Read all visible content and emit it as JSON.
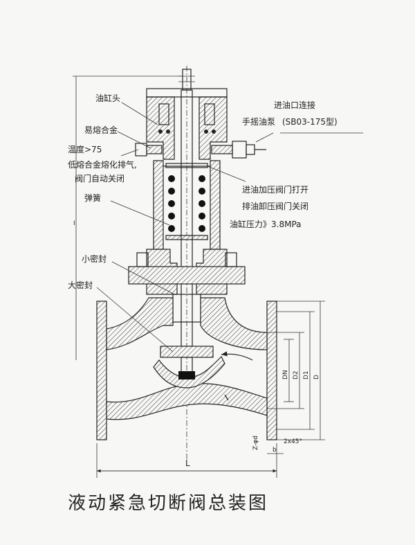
{
  "title": "液动紧急切断阀总装图",
  "labels": {
    "cylinder_head": "油缸头",
    "fusible_alloy": "易熔合金",
    "temp": "温度>75",
    "melt_vent": "低熔合金熔化排气,",
    "auto_close": "阀门自动关闭",
    "spring": "弹簧",
    "small_seal": "小密封",
    "large_seal": "大密封",
    "inlet_conn": "进油口连接",
    "hand_pump": "手摇油泵",
    "pump_model": "(SB03-175型)",
    "open": "进油加压阀门打开",
    "close": "排油卸压阀门关闭",
    "pressure": "油缸压力》3.8MPa",
    "dim_I": "I",
    "dim_L": "L",
    "dim_DN": "DN",
    "dim_D2": "D2",
    "dim_D1": "D1",
    "dim_D": "D",
    "dim_Zd": "Z-φd",
    "dim_b": "b",
    "dim_chamfer": "2x45°"
  }
}
